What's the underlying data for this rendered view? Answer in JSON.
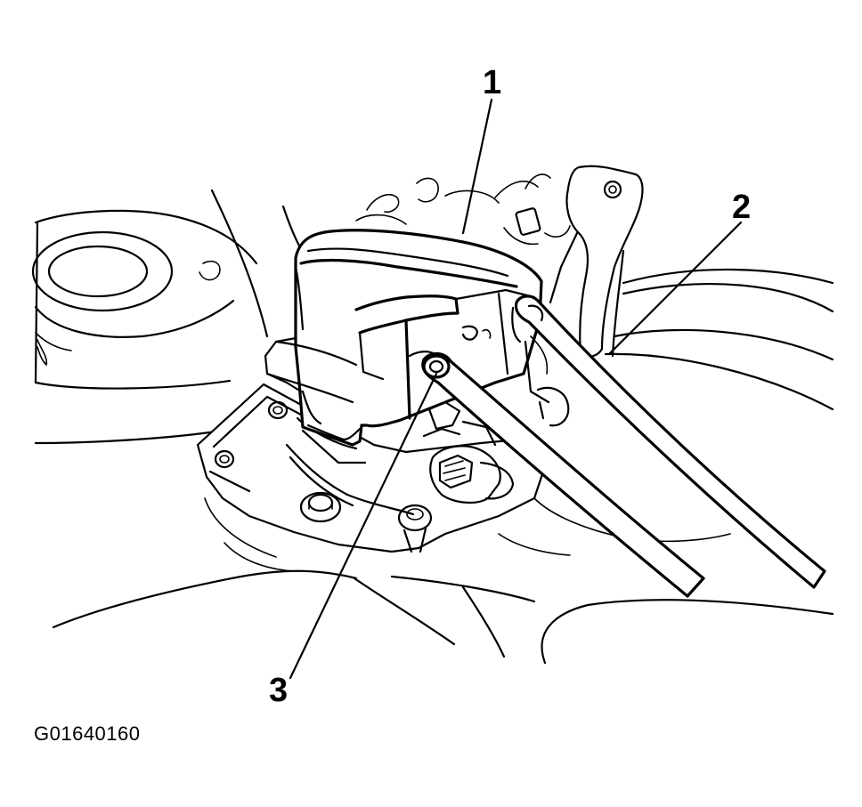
{
  "callouts": {
    "one": "1",
    "two": "2",
    "three": "3"
  },
  "figure_id": "G01640160",
  "colors": {
    "line": "#000000",
    "background": "#ffffff"
  }
}
